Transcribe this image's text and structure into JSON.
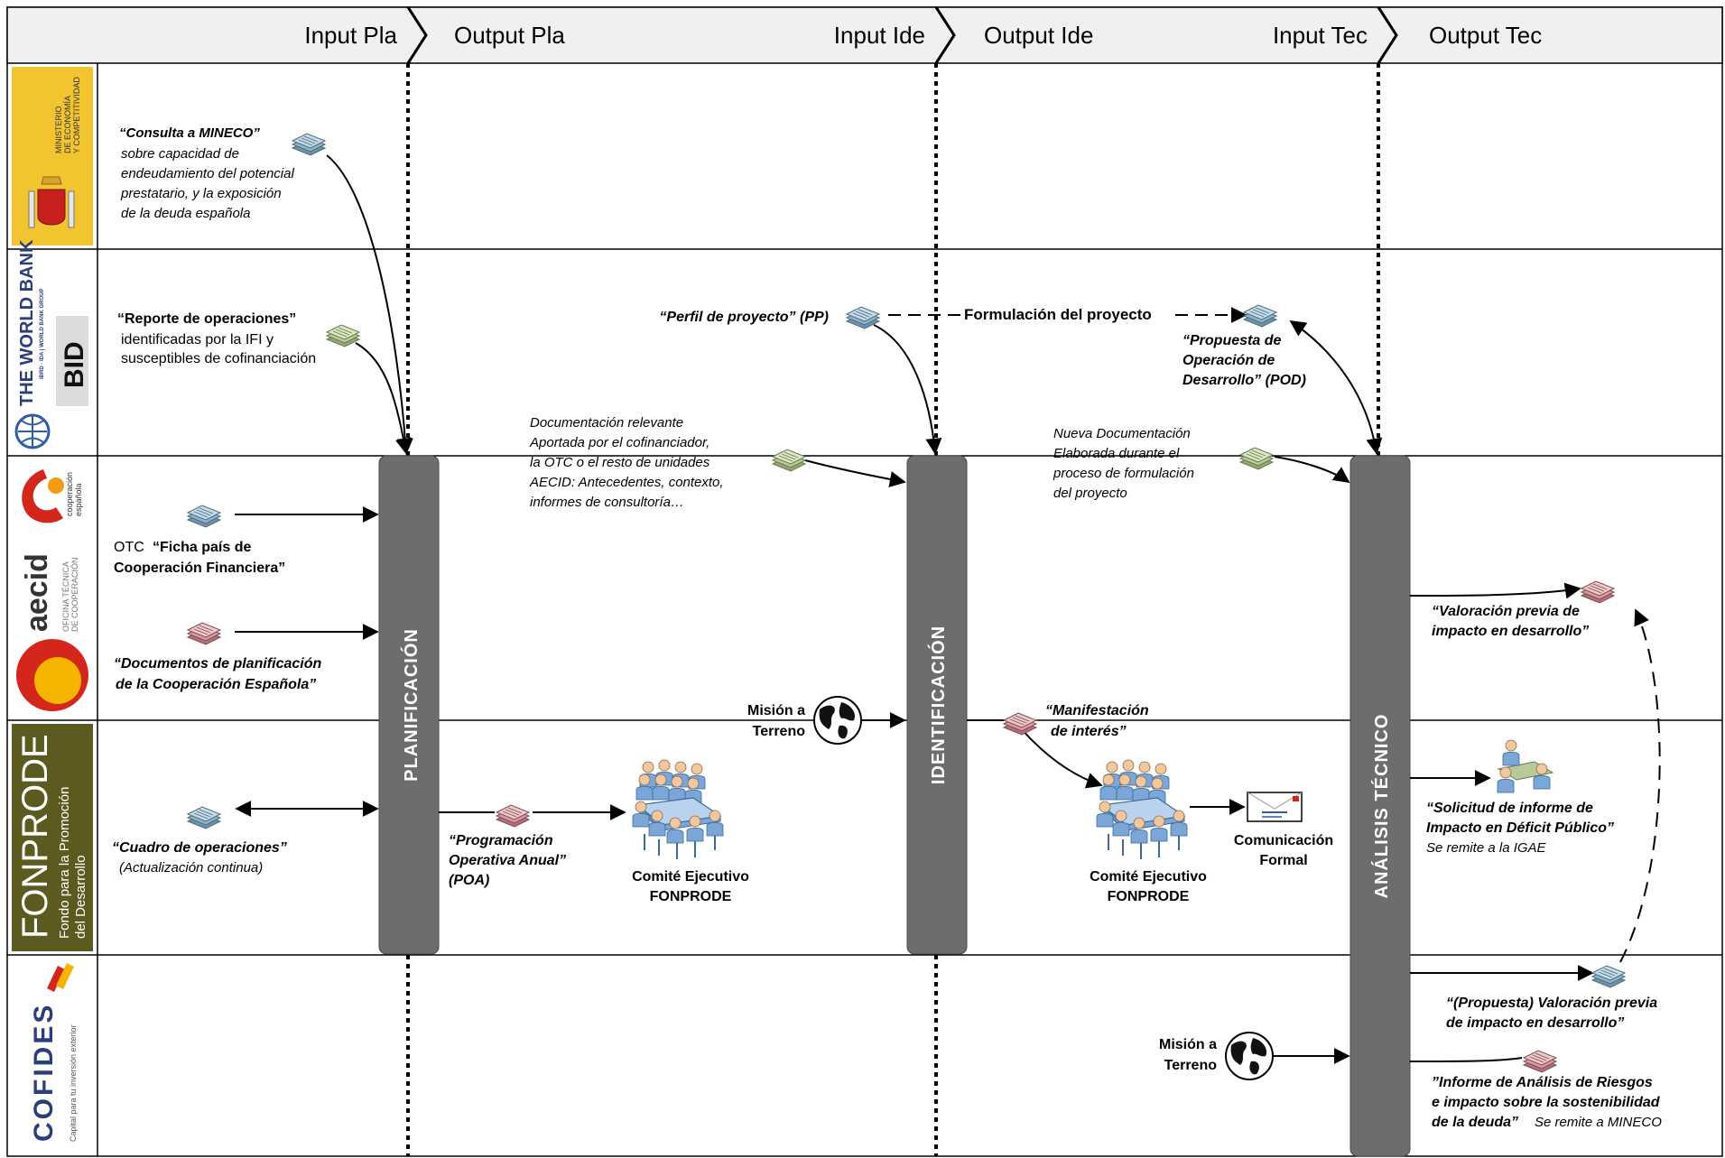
{
  "header": {
    "phases": [
      "Input Pla",
      "Output Pla",
      "Input Ide",
      "Output Ide",
      "Input Tec",
      "Output Tec"
    ]
  },
  "stages": [
    "PLANIFICACIÓN",
    "IDENTIFICACIÓN",
    "ANÁLISIS TÉCNICO"
  ],
  "logos": {
    "mineco": [
      "MINISTERIO",
      "DE ECONOMÍA",
      "Y COMPETITIVIDAD"
    ],
    "worldbank": [
      "THE WORLD BANK",
      "IBRD · IDA | WORLD BANK GROUP",
      "BID"
    ],
    "cooperacion": [
      "cooperación",
      "española"
    ],
    "aecid": [
      "aecid",
      "OFICINA TÉCNICA",
      "DE COOPERACIÓN"
    ],
    "fonprode": [
      "FONPRODE",
      "Fondo para la Promoción",
      "del Desarrollo"
    ],
    "cofides": [
      "COFIDES",
      "Capital para tu inversión exterior"
    ]
  },
  "annotations": {
    "mineco_consulta": {
      "title": "“Consulta a MINECO”",
      "body": [
        "sobre capacidad de",
        "endeudamiento del potencial",
        "prestatario, y la exposición",
        "de la deuda española"
      ]
    },
    "reporte": {
      "title": "“Reporte de operaciones”",
      "body": [
        "identificadas por la IFI y",
        "susceptibles de cofinanciación"
      ]
    },
    "perfil": "“Perfil de proyecto” (PP)",
    "formulacion": "Formulación del proyecto",
    "pod": [
      "“Propuesta de",
      "Operación de",
      "Desarrollo” (POD)"
    ],
    "doc_relevante": [
      "Documentación relevante",
      "Aportada por el cofinanciador,",
      "la OTC o el resto de unidades",
      "AECID: Antecedentes, contexto,",
      "informes de consultoría…"
    ],
    "nueva_doc": [
      "Nueva Documentación",
      "Elaborada durante el",
      "proceso de formulación",
      "del proyecto"
    ],
    "ficha_pais": {
      "prefix": "OTC",
      "line1": "“Ficha país de",
      "line2": "Cooperación Financiera”"
    },
    "docs_planificacion": [
      "“Documentos de planificación",
      "de la Cooperación Española”"
    ],
    "cuadro": {
      "title": "“Cuadro de operaciones”",
      "sub": "(Actualización continua)"
    },
    "poa": [
      "“Programación",
      "Operativa Anual”",
      "(POA)"
    ],
    "comite1": [
      "Comité Ejecutivo",
      "FONPRODE"
    ],
    "mision1": [
      "Misión a",
      "Terreno"
    ],
    "manifestacion": [
      "“Manifestación",
      "de interés”"
    ],
    "comite2": [
      "Comité Ejecutivo",
      "FONPRODE"
    ],
    "comunicacion": [
      "Comunicación",
      "Formal"
    ],
    "valoracion": [
      "“Valoración previa de",
      "impacto en desarrollo”"
    ],
    "solicitud": {
      "lines": [
        "“Solicitud de informe de",
        "Impacto en Déficit Público”"
      ],
      "note": "Se remite a la IGAE"
    },
    "propuesta_valoracion": [
      "“(Propuesta) Valoración previa",
      "de impacto en desarrollo”"
    ],
    "mision2": [
      "Misión a",
      "Terreno"
    ],
    "informe_riesgos": {
      "lines": [
        "”Informe de Análisis de Riesgos",
        "e impacto sobre la sostenibilidad"
      ],
      "last": "de la deuda”",
      "note": "Se remite a MINECO"
    }
  },
  "colors": {
    "stage_bar": "#6d6d6d",
    "header_bg": "#f0f0f0",
    "mineco_bg": "#f2c430",
    "fonprode_bg": "#5c5a1e",
    "aecid_red": "#d5261c",
    "doc_blue": "#8fb3c9",
    "doc_green": "#b8c99a",
    "doc_pink": "#d99a9e"
  }
}
